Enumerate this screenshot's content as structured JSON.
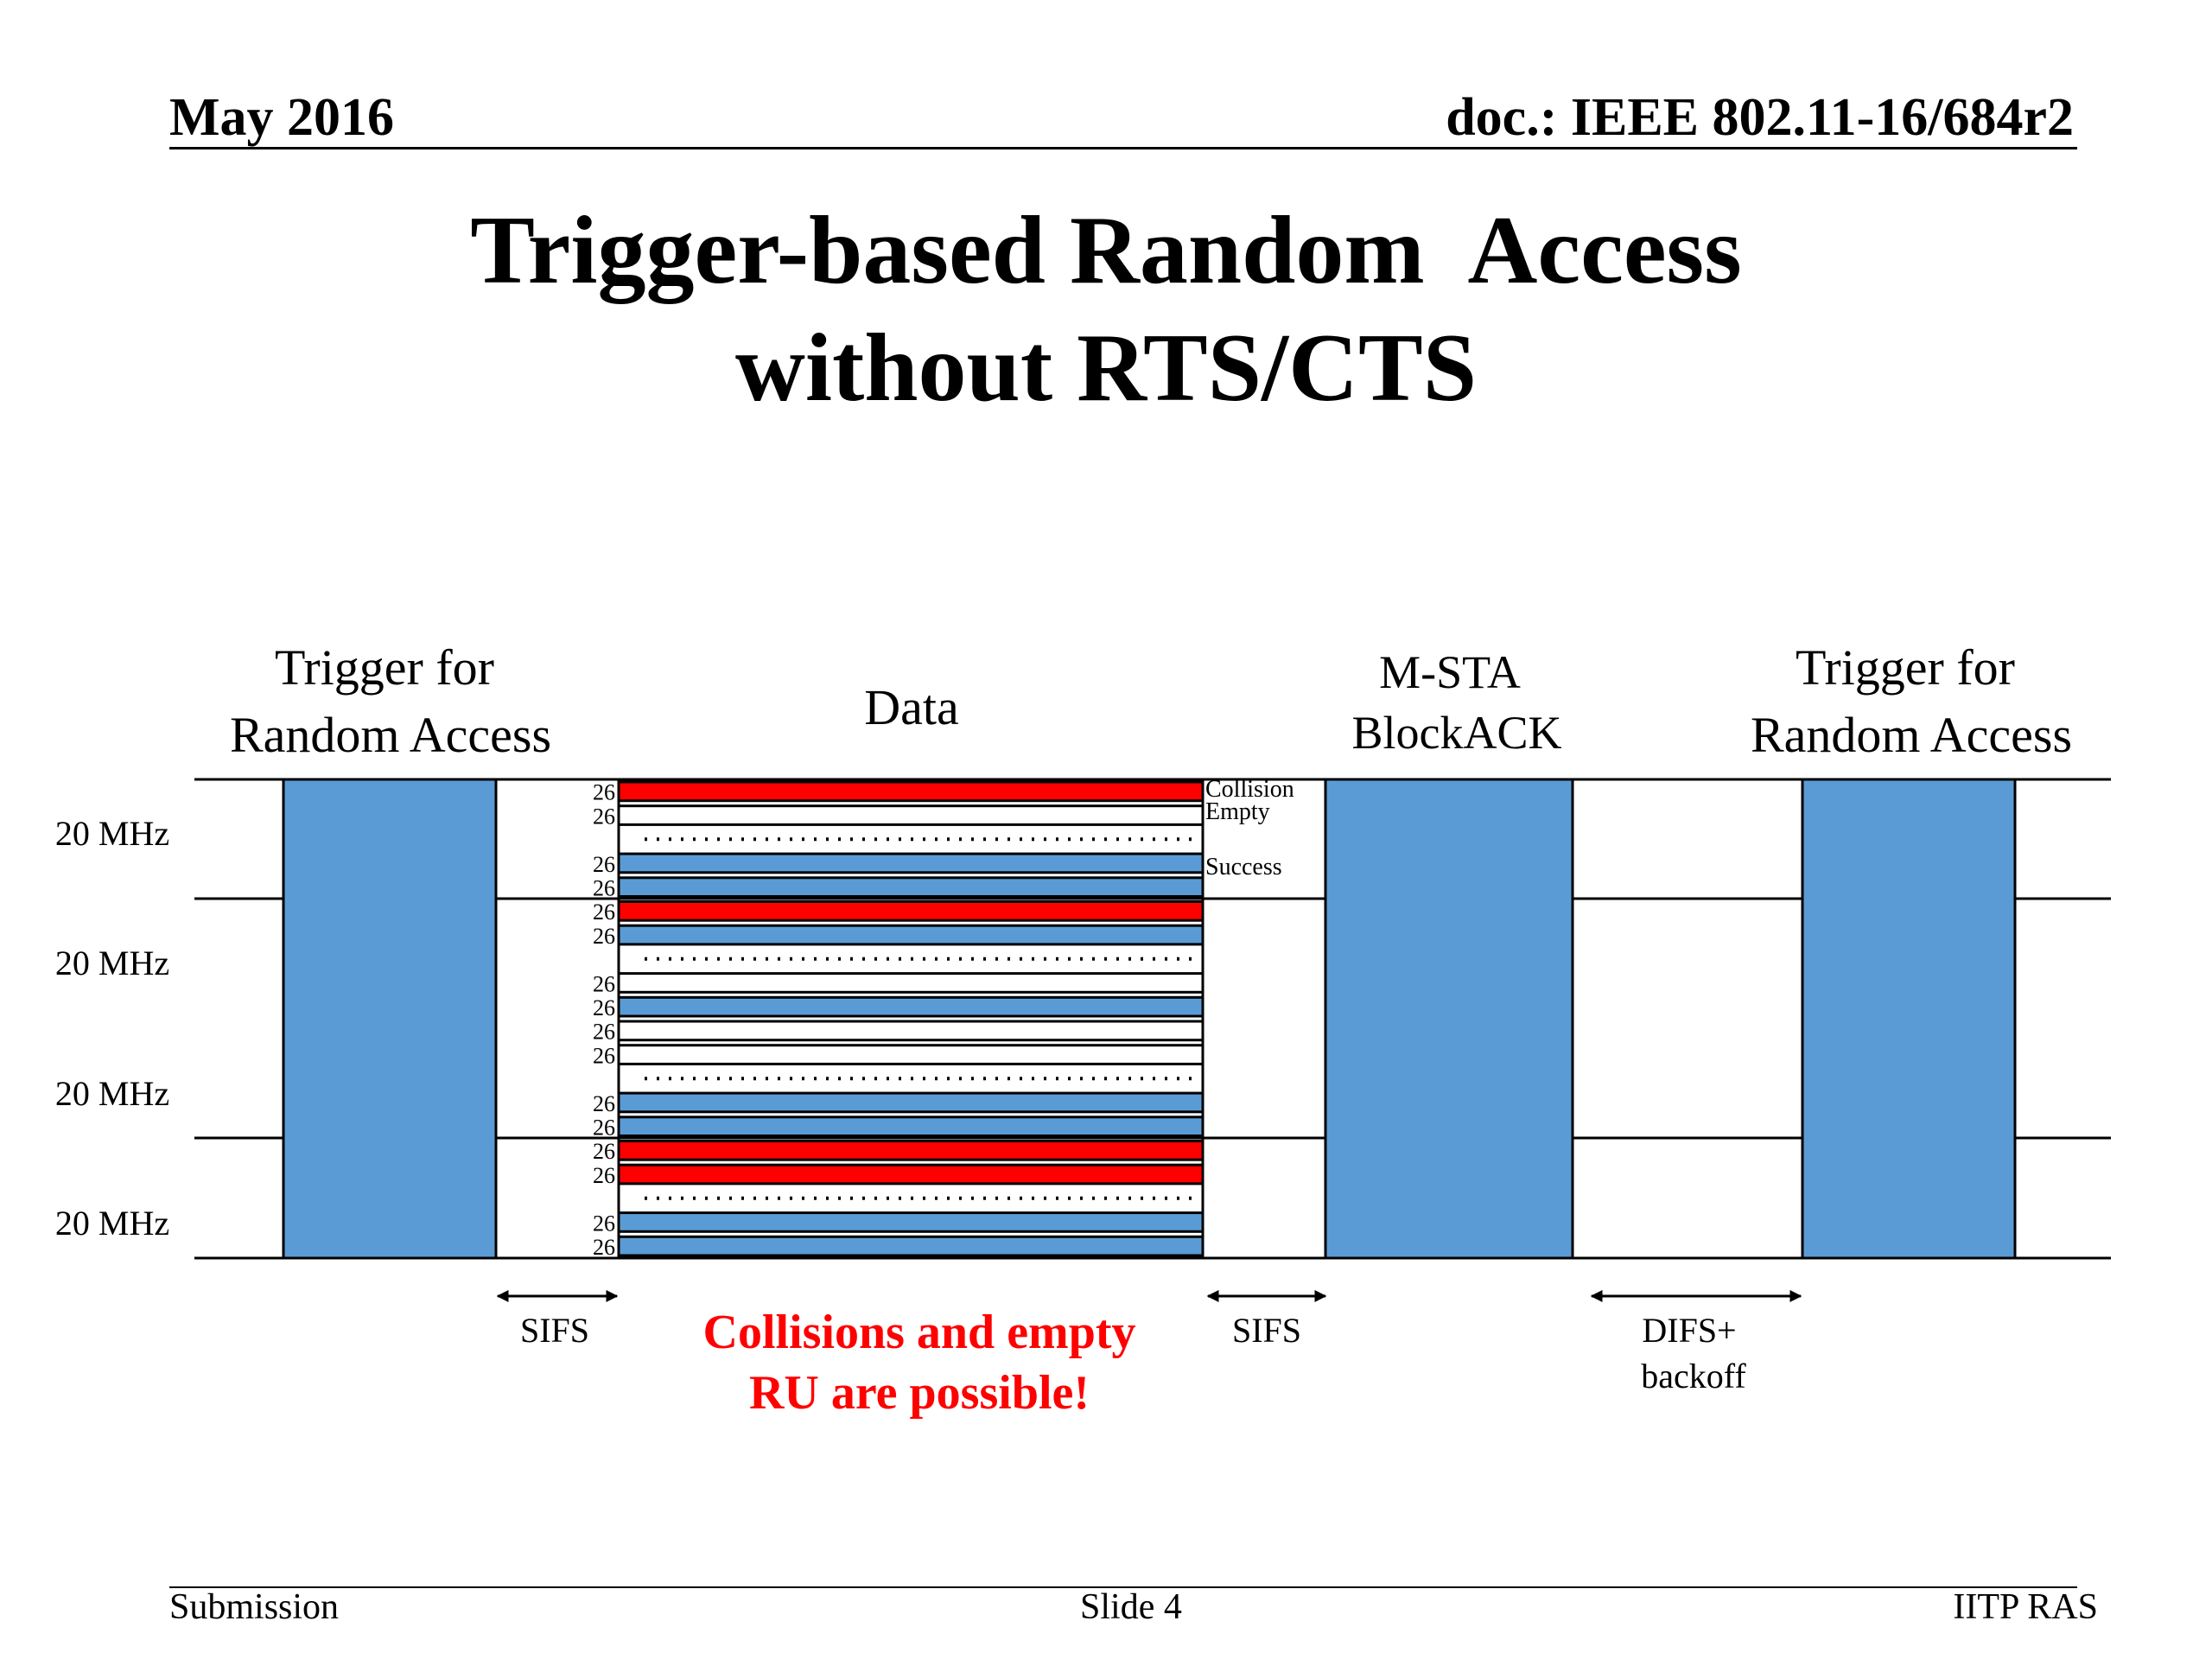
{
  "header": {
    "date": "May 2016",
    "doc_id": "doc.: IEEE 802.11-16/684r2"
  },
  "title": {
    "line1": "Trigger-based Random  Access",
    "line2": "without RTS/CTS"
  },
  "diagram": {
    "labels": {
      "trigger_left": [
        "Trigger for",
        "Random Access"
      ],
      "data": "Data",
      "blockack": [
        "M-STA",
        "BlockACK"
      ],
      "trigger_right": [
        "Trigger for",
        "Random Access"
      ]
    },
    "channels": [
      "20 MHz",
      "20 MHz",
      "20 MHz",
      "20 MHz"
    ],
    "ru_size_label": "26",
    "legend": {
      "collision": "Collision",
      "empty": "Empty",
      "success": "Success"
    },
    "ru_states": [
      "collision",
      "empty",
      "dots",
      "success",
      "success",
      "collision",
      "success",
      "dots",
      "empty",
      "success",
      "empty",
      "empty",
      "dots",
      "success",
      "success",
      "collision",
      "collision",
      "dots",
      "success",
      "success"
    ],
    "intervals": {
      "sifs_1": "SIFS",
      "sifs_2": "SIFS",
      "difs": [
        "DIFS+",
        "backoff"
      ]
    },
    "note": [
      "Collisions and empty",
      "RU are possible!"
    ],
    "colors": {
      "block_blue": "#5B9BD5",
      "collision_red": "#FF0000",
      "note_red": "#FF0000"
    }
  },
  "footer": {
    "left": "Submission",
    "center": "Slide 4",
    "right": "IITP RAS"
  }
}
